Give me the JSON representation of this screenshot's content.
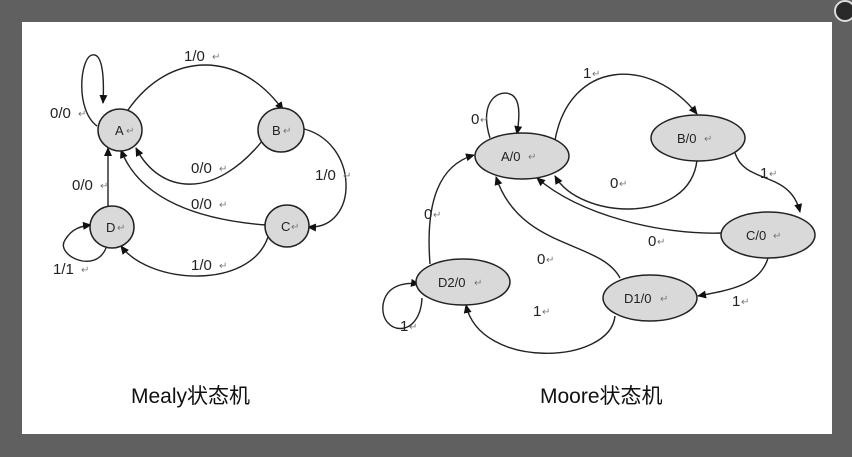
{
  "window": {
    "close_icon": "close-icon"
  },
  "mealy": {
    "caption": "Mealy状态机",
    "states": {
      "A": "A",
      "B": "B",
      "C": "C",
      "D": "D"
    },
    "edges": {
      "a_self": "0/0",
      "a_to_b": "1/0",
      "b_to_a": "0/0",
      "b_to_c": "1/0",
      "c_to_a": "0/0",
      "c_to_d": "1/0",
      "d_to_a": "0/0",
      "d_self": "1/1"
    }
  },
  "moore": {
    "caption": "Moore状态机",
    "states": {
      "A": "A/0",
      "B": "B/0",
      "C": "C/0",
      "D1": "D1/0",
      "D2": "D2/0"
    },
    "edges": {
      "a_self": "0",
      "a_to_b": "1",
      "b_to_a": "0",
      "b_to_c": "1",
      "c_to_a": "0",
      "c_to_d1": "1",
      "d1_to_a": "0",
      "d1_to_d2": "1",
      "d2_to_a": "0",
      "d2_self": "1"
    }
  },
  "return_mark": "↵"
}
